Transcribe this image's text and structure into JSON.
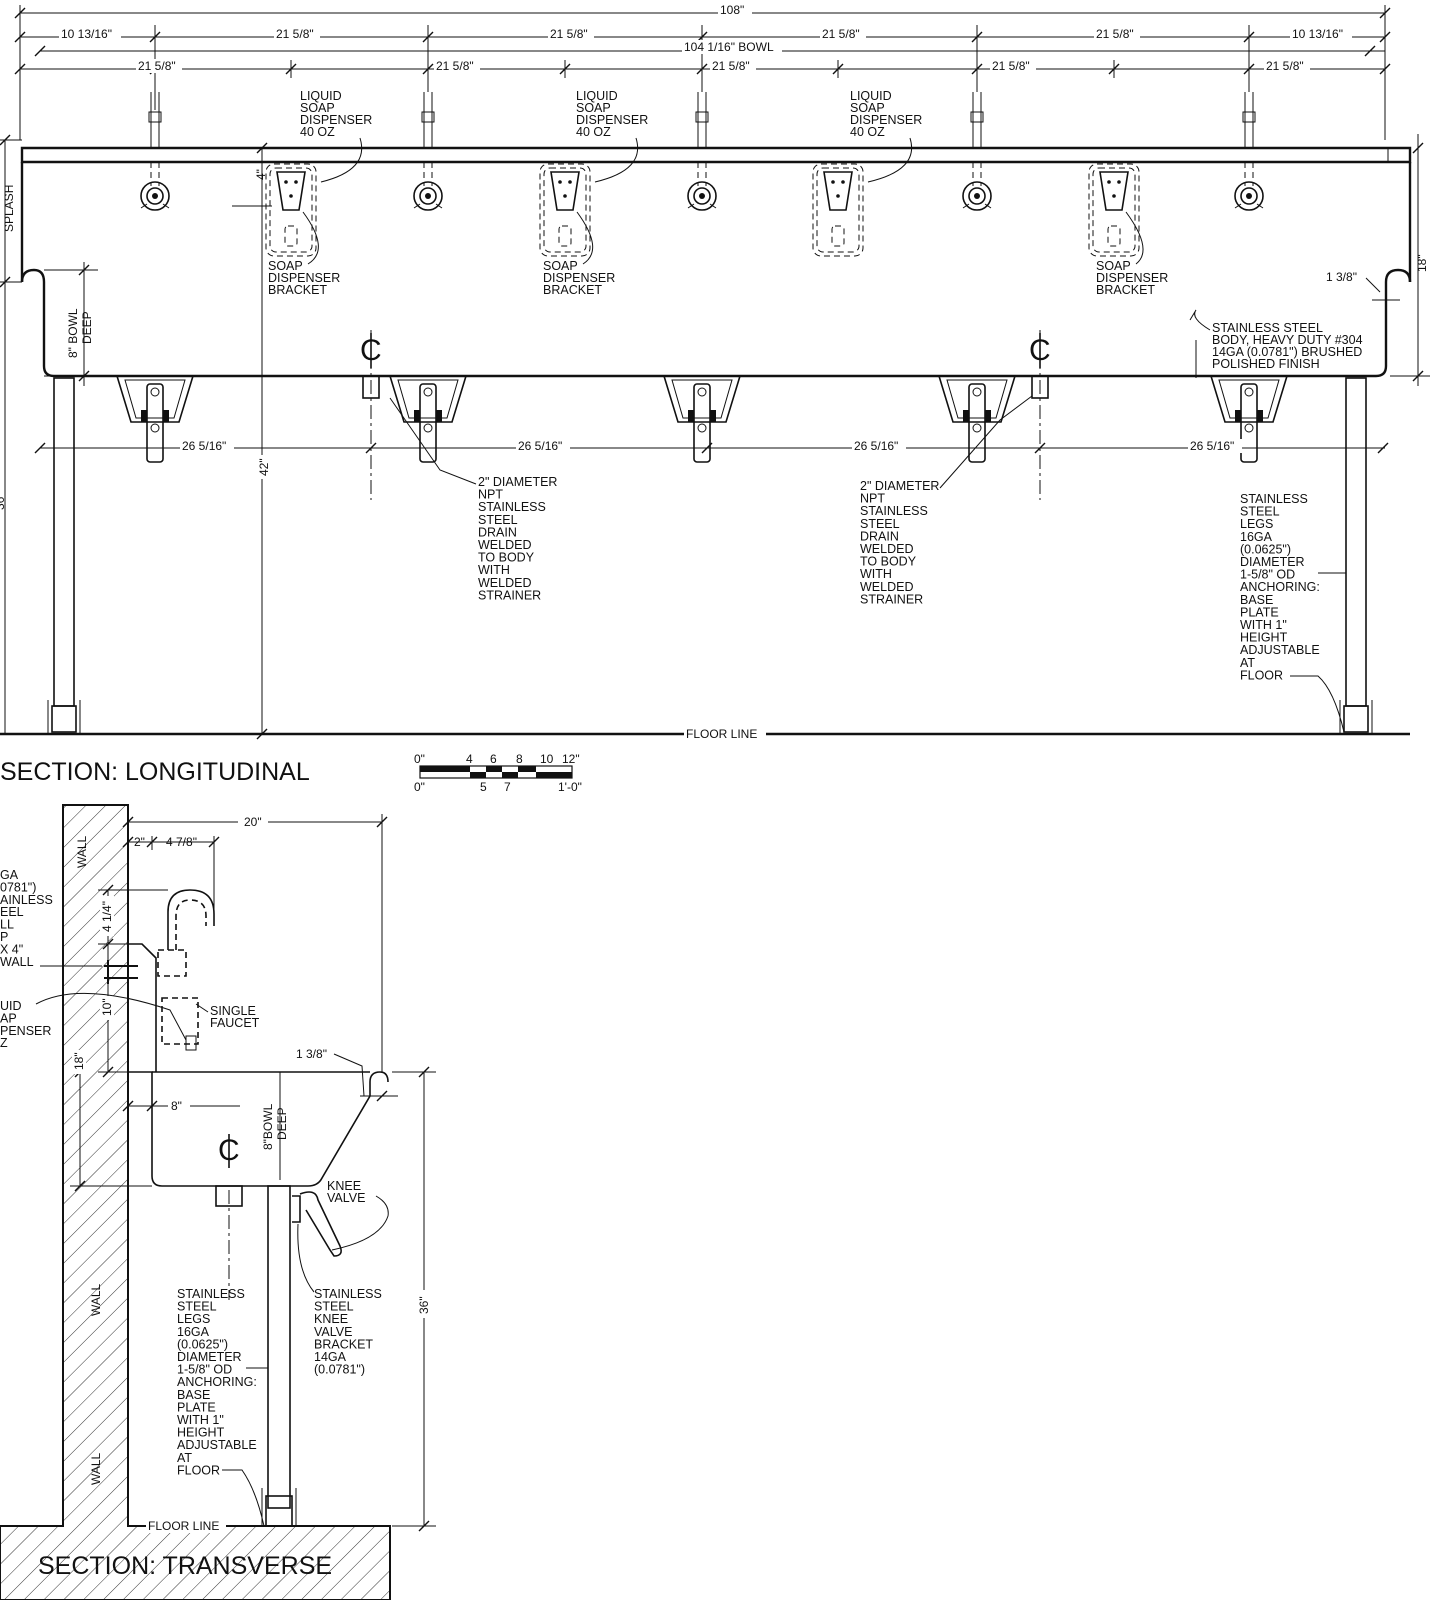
{
  "dimensions": {
    "overall": "108\"",
    "bowl": "104 1/16\" BOWL",
    "end_left": "10 13/16\"",
    "end_right": "10 13/16\"",
    "spacing": "21 5/8\"",
    "drain_spacing": "26 5/16\"",
    "height_42": "42\"",
    "height_36_cut": "36",
    "splash_18": "18\"",
    "lip_1_3_8": "1 3/8\"",
    "four_inch": "4\"",
    "trans_20": "20\"",
    "trans_2": "2\"",
    "trans_4_7_8": "4 7/8\"",
    "trans_4_1_4": "4 1/4\"",
    "trans_10": "10\"",
    "trans_18": "18\"",
    "trans_8": "8\"",
    "trans_36": "36\""
  },
  "labels": {
    "splash": "SPLASH",
    "bowl_deep": [
      "8\" BOWL",
      "DEEP"
    ],
    "bowl_deep_trans": [
      "8\"BOWL",
      "DEEP"
    ],
    "liquid_soap": [
      "LIQUID",
      "SOAP",
      "DISPENSER",
      "40 OZ"
    ],
    "soap_bracket": [
      "SOAP",
      "DISPENSER",
      "BRACKET"
    ],
    "body": [
      "STAINLESS STEEL",
      "BODY, HEAVY DUTY #304",
      "14GA (0.0781\") BRUSHED",
      "POLISHED FINISH"
    ],
    "drain": [
      "2\" DIAMETER",
      "NPT",
      "STAINLESS",
      "STEEL",
      "DRAIN",
      "WELDED",
      "TO BODY",
      "WITH",
      "WELDED",
      "STRAINER"
    ],
    "legs": [
      "STAINLESS",
      "STEEL",
      "LEGS",
      "16GA",
      "(0.0625\")",
      "DIAMETER",
      "1-5/8\" OD",
      "ANCHORING:",
      "BASE",
      "PLATE",
      "WITH 1\"",
      "HEIGHT",
      "ADJUSTABLE",
      "AT",
      "FLOOR"
    ],
    "floor_line": "FLOOR LINE",
    "floor_line_trans": "FLOOR LINE",
    "wall": "WALL",
    "wall_cap": [
      "GA",
      "0781\")",
      "AINLESS",
      "EEL",
      "LL",
      "P",
      "X 4\"",
      "WALL"
    ],
    "liquid_soap_cut": [
      "UID",
      "AP",
      "PENSER",
      "Z"
    ],
    "single_faucet": [
      "SINGLE",
      "FAUCET"
    ],
    "knee_valve": [
      "KNEE",
      "VALVE"
    ],
    "knee_bracket": [
      "STAINLESS",
      "STEEL",
      "KNEE",
      "VALVE",
      "BRACKET",
      "14GA",
      "(0.0781\")"
    ],
    "centerline": "C"
  },
  "titles": {
    "longitudinal": "SECTION: LONGITUDINAL",
    "transverse": "SECTION: TRANSVERSE"
  },
  "scale_bar": {
    "top": [
      "0\"",
      "4",
      "6",
      "8",
      "10",
      "12\""
    ],
    "bottom": [
      "0\"",
      "5",
      "7",
      "1'-0\""
    ]
  }
}
